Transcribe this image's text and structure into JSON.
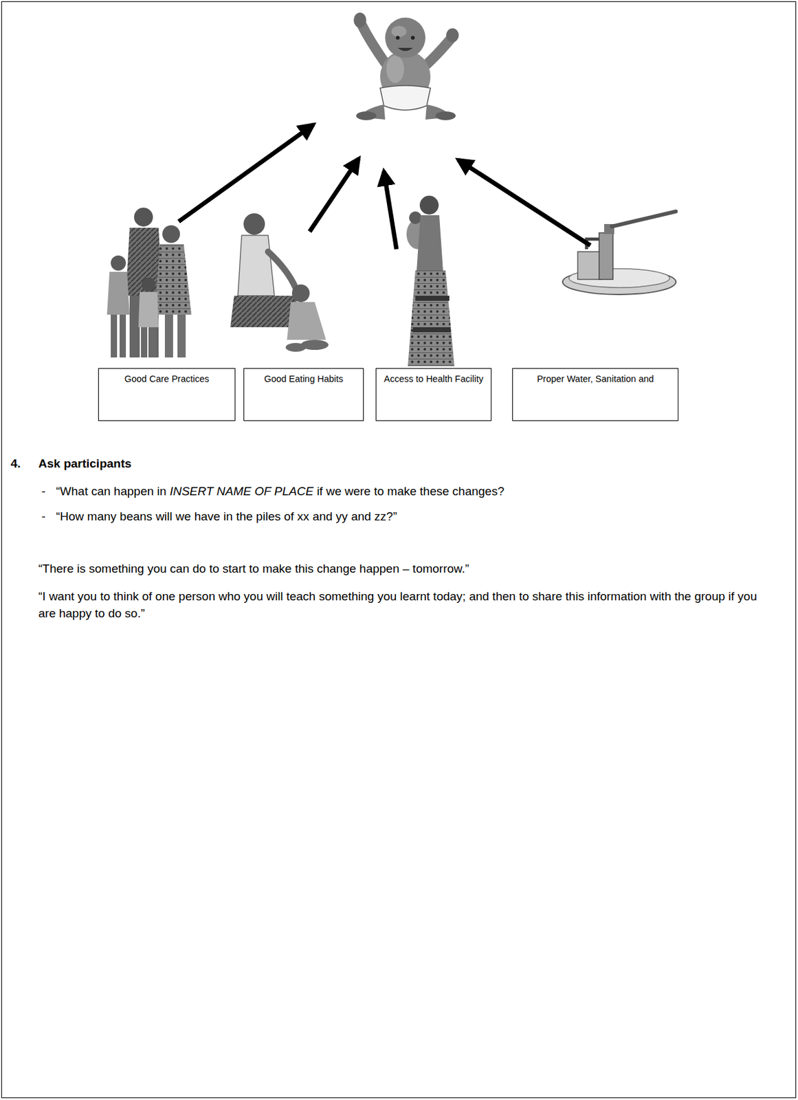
{
  "diagram": {
    "nodes": [
      {
        "text": [
          "Good Care Practices"
        ]
      },
      {
        "text": [
          "Good Eating Habits"
        ]
      },
      {
        "text": [
          "Access to Health Facility"
        ]
      },
      {
        "text": [
          "Proper Water, Sanitation and"
        ]
      }
    ],
    "labels": [
      "4.",
      "Ask participants",
      "-",
      "“What can happen in",
      "INSERT NAME OF PLACE",
      "if we were to make these changes?",
      "-",
      "“How many beans will we have in the piles of xx and yy and zz?”",
      "“There is something you can do to start to make this change happen – tomorrow.”",
      "“I want you to think of one person who you will teach something you learnt today; and then to share this information with the group if you are happy to do so.”"
    ]
  }
}
